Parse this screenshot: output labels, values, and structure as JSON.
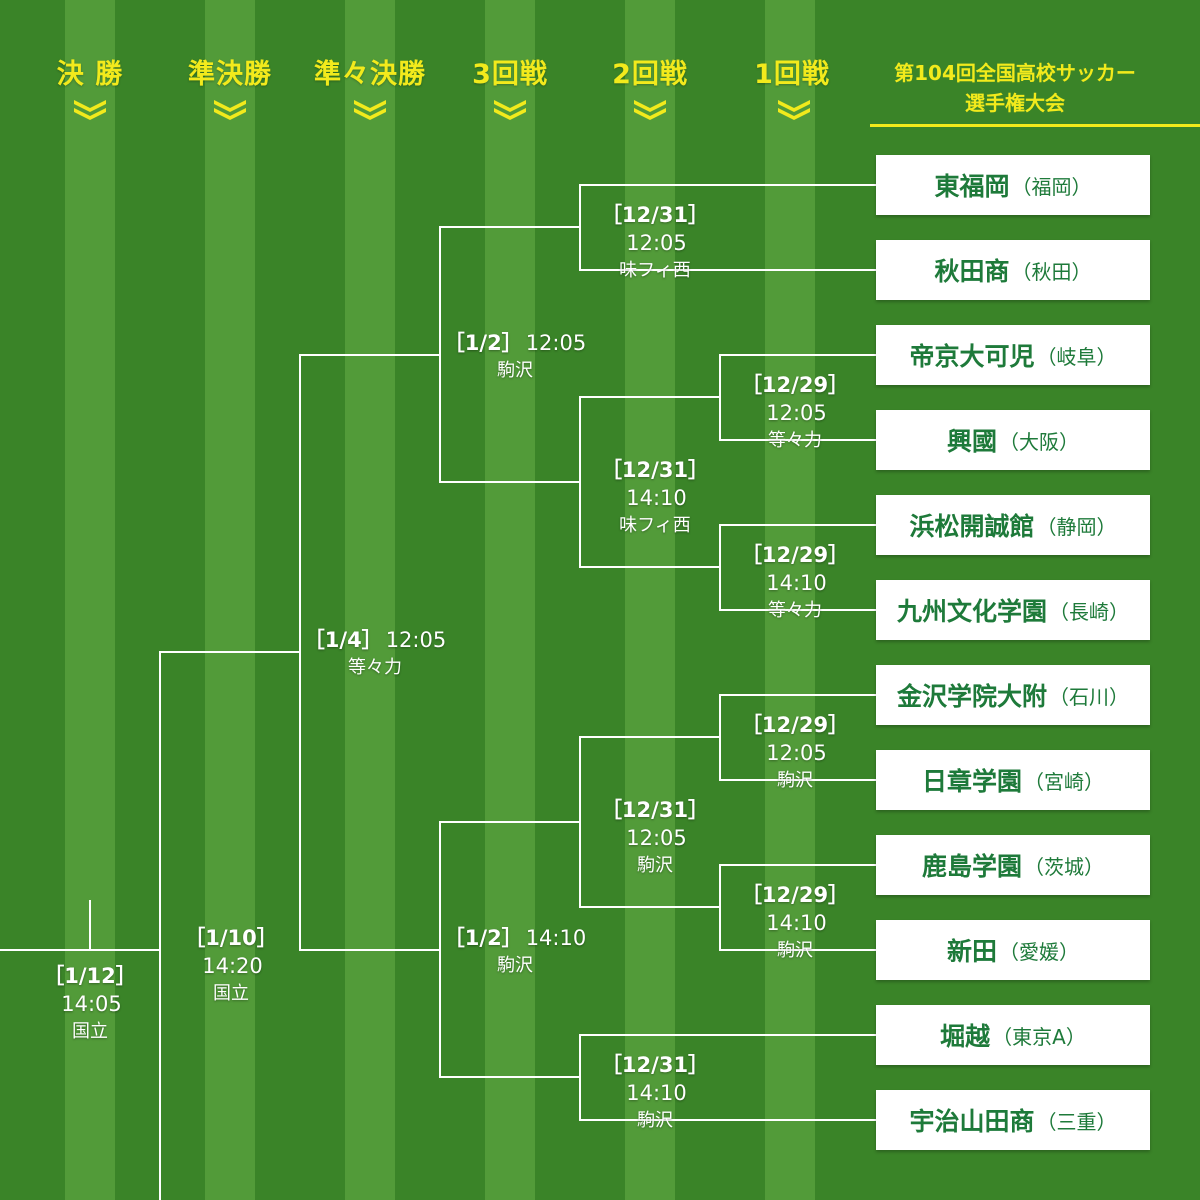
{
  "header": {
    "rounds": [
      {
        "id": "final",
        "label": "決 勝"
      },
      {
        "id": "semi",
        "label": "準決勝"
      },
      {
        "id": "quarter",
        "label": "準々決勝"
      },
      {
        "id": "r3",
        "label": "3回戦"
      },
      {
        "id": "r2",
        "label": "2回戦"
      },
      {
        "id": "r1",
        "label": "1回戦"
      }
    ],
    "title_line1": "第104回全国高校サッカー",
    "title_line2": "選手権大会"
  },
  "teams": [
    {
      "name": "東福岡",
      "pref": "（福岡）"
    },
    {
      "name": "秋田商",
      "pref": "（秋田）"
    },
    {
      "name": "帝京大可児",
      "pref": "（岐阜）"
    },
    {
      "name": "興國",
      "pref": "（大阪）"
    },
    {
      "name": "浜松開誠館",
      "pref": "（静岡）"
    },
    {
      "name": "九州文化学園",
      "pref": "（長崎）"
    },
    {
      "name": "金沢学院大附",
      "pref": "（石川）"
    },
    {
      "name": "日章学園",
      "pref": "（宮崎）"
    },
    {
      "name": "鹿島学園",
      "pref": "（茨城）"
    },
    {
      "name": "新田",
      "pref": "（愛媛）"
    },
    {
      "name": "堀越",
      "pref": "（東京A）"
    },
    {
      "name": "宇治山田商",
      "pref": "（三重）"
    }
  ],
  "matches": [
    {
      "round": "1回戦",
      "date": "［12/29］",
      "time": "12:05",
      "venue": "等々力"
    },
    {
      "round": "1回戦",
      "date": "［12/29］",
      "time": "14:10",
      "venue": "等々力"
    },
    {
      "round": "1回戦",
      "date": "［12/29］",
      "time": "12:05",
      "venue": "駒沢"
    },
    {
      "round": "1回戦",
      "date": "［12/29］",
      "time": "14:10",
      "venue": "駒沢"
    },
    {
      "round": "2回戦",
      "date": "［12/31］",
      "time": "12:05",
      "venue": "味フィ西"
    },
    {
      "round": "2回戦",
      "date": "［12/31］",
      "time": "14:10",
      "venue": "味フィ西"
    },
    {
      "round": "2回戦",
      "date": "［12/31］",
      "time": "12:05",
      "venue": "駒沢"
    },
    {
      "round": "2回戦",
      "date": "［12/31］",
      "time": "14:10",
      "venue": "駒沢"
    },
    {
      "round": "3回戦",
      "date": "［1/2］",
      "time": "12:05",
      "venue": "駒沢"
    },
    {
      "round": "3回戦",
      "date": "［1/2］",
      "time": "14:10",
      "venue": "駒沢"
    },
    {
      "round": "準々決勝",
      "date": "［1/4］",
      "time": "12:05",
      "venue": "等々力"
    },
    {
      "round": "準決勝",
      "date": "［1/10］",
      "time": "14:20",
      "venue": "国立"
    },
    {
      "round": "決勝",
      "date": "［1/12］",
      "time": "14:05",
      "venue": "国立"
    }
  ],
  "colors": {
    "grass_dark": "#3d8a2a",
    "grass_light": "#5aa83f",
    "title_yellow": "#f2ea1c",
    "team_text_green": "#1e7a3a",
    "line_white": "#ffffff"
  }
}
